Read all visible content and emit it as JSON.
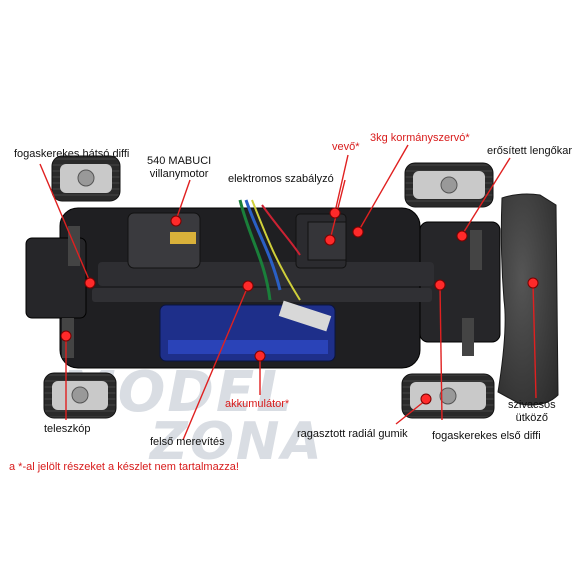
{
  "watermark": {
    "line1": "MODEL",
    "line2": "ZONA"
  },
  "labels": {
    "rear_diff": "fogaskerekes hátsó diffi",
    "motor_line1": "540 MABUCI",
    "motor_line2": "villanymotor",
    "esc": "elektromos szabályzó",
    "receiver": "vevő*",
    "servo": "3kg kormányszervó*",
    "arms": "erősített lengőkar",
    "shock": "teleszkóp",
    "upper_brace": "felső merevítés",
    "battery": "akkumulátor*",
    "tires": "ragasztott radiál gumik",
    "front_diff": "fogaskerekes első diffi",
    "bumper_line1": "szivacsos",
    "bumper_line2": "ütköző"
  },
  "note": "a *-al jelölt részeket a készlet nem tartalmazza!",
  "colors": {
    "accent_red": "#d81b1b",
    "chassis": "#1f1f22",
    "bumper": "#3a3a3a"
  }
}
